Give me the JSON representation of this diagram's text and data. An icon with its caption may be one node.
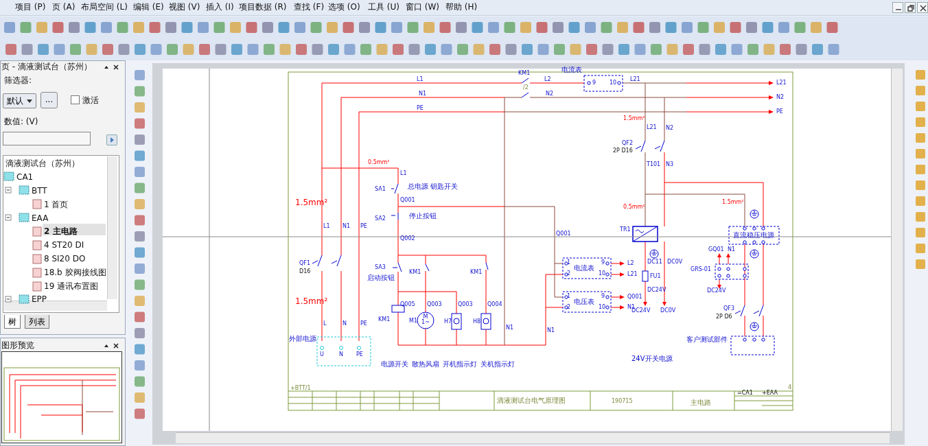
{
  "diagram": {
    "labels": [
      "项目 (P)",
      "页 (A)",
      "布局空间 (L)",
      "编辑 (E)",
      "视图 (V)",
      "插入 (I)",
      "项目数据 (R)",
      "查找 (F)",
      "选项 (O)",
      "工具 (U)",
      "窗口 (W)",
      "帮助 (H)",
      "页 - 滴液测试台（苏州）",
      "筛选器:",
      "默认",
      "...",
      "激活",
      "数值: (V)",
      "滴液测试台（苏州）",
      "CA1",
      "BTT",
      "1 首页",
      "EAA",
      "2 主电路",
      "4 ST20 DI",
      "8 SI20 DO",
      "18.b 胶阀接线图",
      "19 通讯布置图",
      "EPP",
      "树",
      "列表",
      "图形预览",
      "L1",
      "KM1",
      "/2",
      "L2",
      "电流表",
      "9",
      "10",
      "L21",
      "L21",
      "N1",
      "N2",
      "N2",
      "PE",
      "PE",
      "1.5mm²",
      "L21",
      "N2",
      "QF2",
      "2P D16",
      "T101",
      "N3",
      "0.5mm²",
      "L1",
      "SA1",
      "总电源 钥匙开关",
      "Q001",
      "SA2",
      "停止按钮",
      "1.5mm²",
      "L1",
      "N1",
      "PE",
      "0.5mm²",
      "1.5mm²",
      "TR1",
      "直流稳压电源",
      "Q002",
      "Q001",
      "QF1",
      "D16",
      "SA3",
      "KM1",
      "KM1",
      "启动按钮",
      "1.5mm²",
      "Q005",
      "Q003",
      "Q003",
      "Q004",
      "KM1",
      "M1",
      "M 1~",
      "H7",
      "H8",
      "N1",
      "N1",
      "L",
      "N",
      "PE",
      "外部电源",
      "U",
      "N",
      "PE",
      "电源开关",
      "散热风扇",
      "开机指示灯",
      "关机指示灯",
      "1",
      "2",
      "电流表",
      "9",
      "10",
      "L2",
      "L21",
      "1",
      "2",
      "电压表",
      "9",
      "10",
      "Q001",
      "N1",
      "GQ01",
      "N1",
      "GRS-01",
      "DC24V",
      "DC11",
      "DC0V",
      "FU1",
      "DC24V",
      "DC24V",
      "DC0V",
      "QF3",
      "2P D6",
      "客户测试部件",
      "24V开关电源",
      "+BTT/1",
      "滴液测试台电气原理图",
      "190715",
      "主电路",
      "4",
      "=CA1",
      "+EAA"
    ]
  }
}
